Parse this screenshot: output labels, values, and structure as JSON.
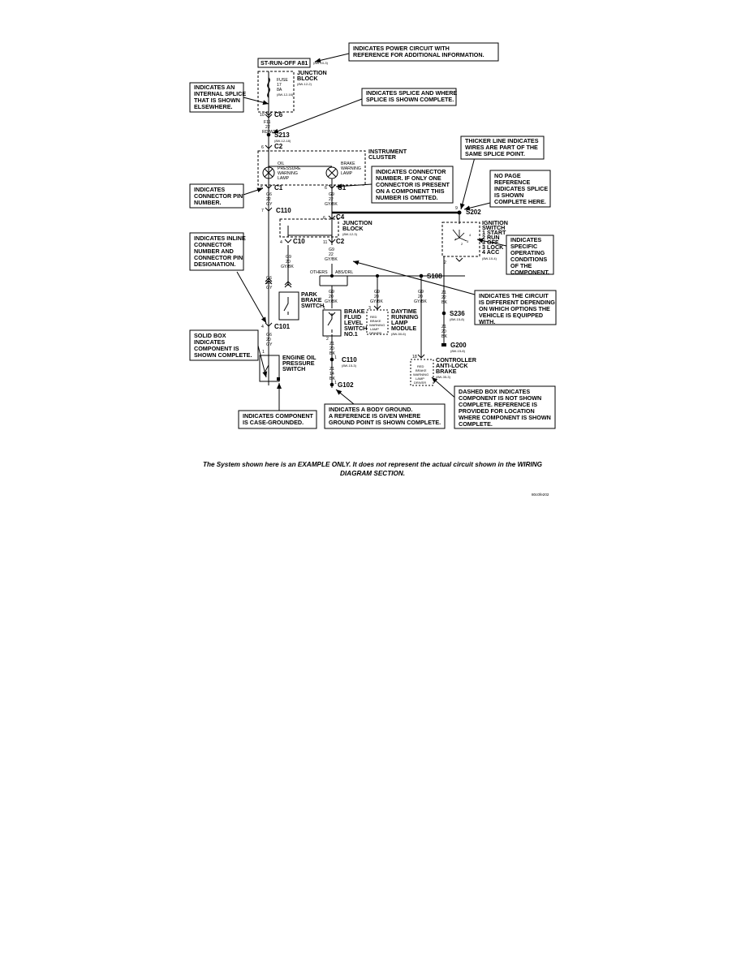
{
  "header": {
    "circuit": "ST-RUN-OFF A81",
    "circuit_ref": "(8W-10-3)"
  },
  "callouts": {
    "power": [
      "INDICATES POWER CIRCUIT WITH",
      "REFERENCE FOR ADDITIONAL INFORMATION."
    ],
    "internal_splice": [
      "INDICATES AN",
      "INTERNAL SPLICE",
      "THAT IS SHOWN",
      "ELSEWHERE."
    ],
    "splice_where": [
      "INDICATES SPLICE AND WHERE",
      "SPLICE IS SHOWN COMPLETE."
    ],
    "thicker_line": [
      "THICKER LINE INDICATES",
      "WIRES ARE PART OF THE",
      "SAME SPLICE POINT."
    ],
    "connector_number": [
      "INDICATES CONNECTOR",
      "NUMBER.  IF ONLY ONE",
      "CONNECTOR IS PRESENT",
      "ON A COMPONENT THIS",
      "NUMBER IS OMITTED."
    ],
    "no_page_ref": [
      "NO PAGE",
      "REFERENCE",
      "INDICATES SPLICE",
      "IS SHOWN",
      "COMPLETE HERE."
    ],
    "connector_pin": [
      "INDICATES",
      "CONNECTOR PIN",
      "NUMBER."
    ],
    "operating_conditions": [
      "INDICATES",
      "SPECIFIC",
      "OPERATING",
      "CONDITIONS",
      "OF THE",
      "COMPONENT."
    ],
    "inline_connector": [
      "INDICATES INLINE",
      "CONNECTOR",
      "NUMBER AND",
      "CONNECTOR PIN",
      "DESIGNATION."
    ],
    "circuit_options": [
      "INDICATES THE CIRCUIT",
      "IS DIFFERENT DEPENDING",
      "ON WHICH OPTIONS THE",
      "VEHICLE IS EQUIPPED",
      "WITH."
    ],
    "solid_box": [
      "SOLID BOX",
      "INDICATES",
      "COMPONENT IS",
      "SHOWN COMPLETE."
    ],
    "dashed_box": [
      "DASHED BOX INDICATES",
      "COMPONENT IS NOT SHOWN",
      "COMPLETE.  REFERENCE IS",
      "PROVIDED FOR LOCATION",
      "WHERE COMPONENT IS SHOWN",
      "COMPLETE."
    ],
    "case_grounded": [
      "INDICATES COMPONENT",
      "IS CASE-GROUNDED."
    ],
    "body_ground": [
      "INDICATES A BODY GROUND.",
      "A REFERENCE IS GIVEN WHERE",
      "GROUND POINT IS SHOWN COMPLETE."
    ]
  },
  "components": {
    "junction_block_top": [
      "JUNCTION",
      "BLOCK"
    ],
    "junction_block_top_ref": "(8W-12-2)",
    "fuse": [
      "FUSE",
      "17",
      "8A"
    ],
    "fuse_ref": "(8W-12-16)",
    "instrument_cluster": [
      "INSTRUMENT",
      "CLUSTER"
    ],
    "oil_lamp": [
      "OIL",
      "PRESSURE",
      "WARNING",
      "LAMP"
    ],
    "brake_lamp": [
      "BRAKE",
      "WARNING",
      "LAMP"
    ],
    "junction_block_mid": [
      "JUNCTION",
      "BLOCK"
    ],
    "junction_block_mid_ref": "(8W-12-3)",
    "ignition_switch": [
      "IGNITION",
      "SWITCH",
      "1 START",
      "2 RUN",
      "3 OFF",
      "3 LOCK",
      "4 ACC"
    ],
    "ignition_ref": "(8W-10-4)",
    "park_brake": [
      "PARK",
      "BRAKE",
      "SWITCH"
    ],
    "brake_fluid": [
      "BRAKE",
      "FLUID",
      "LEVEL",
      "SWITCH",
      "NO.1"
    ],
    "drl_module": [
      "DAYTIME",
      "RUNNING",
      "LAMP",
      "MODULE"
    ],
    "drl_ref": "(8W-50-6)",
    "drl_driver": [
      "RED",
      "BRAKE",
      "WARNING",
      "LAMP",
      "DRIVER"
    ],
    "abs_controller": [
      "CONTROLLER",
      "ANTI-LOCK",
      "BRAKE"
    ],
    "abs_ref": "(8W-35-3)",
    "abs_driver": [
      "RED",
      "BRAKE",
      "WARNING",
      "LAMP",
      "DRIVER"
    ],
    "engine_oil": [
      "ENGINE OIL",
      "PRESSURE",
      "SWITCH"
    ],
    "switch_positions": [
      "1",
      "2",
      "3",
      "4"
    ]
  },
  "connectors": {
    "c6": "C6",
    "c6_pin": "10",
    "s213": "S213",
    "s213_ref": "(8W-12-18)",
    "c2_top": "C2",
    "c2_top_pin": "6",
    "c1_left": "C1",
    "c1_left_pin": "5",
    "c1_right": "C1",
    "c1_right_pin": "6",
    "c110_top": "C110",
    "c110_top_pin": "7",
    "c4": "C4",
    "c4_pin": "6",
    "s202": "S202",
    "s202_pin": "9",
    "c10": "C10",
    "c10_pin": "4",
    "c2_mid": "C2",
    "c2_mid_pin": "11",
    "s108": "S108",
    "others": "OTHERS",
    "abs_drl": "ABS/DRL",
    "c101": "C101",
    "c101_pin": "4",
    "ign_pin": "2",
    "s236": "S236",
    "s236_ref": "(8W-15-8)",
    "g200": "G200",
    "g200_ref": "(8W-15-8)",
    "c110_bottom": "C110",
    "c110_bottom_ref": "(8W-15-3)",
    "g102": "G102",
    "pin_1a": "1",
    "pin_2": "2",
    "pin_3": "3",
    "pin_18": "18",
    "pin_1b": "1",
    "pin_1c": "1",
    "pin_1d": "1"
  },
  "wires": {
    "f11": [
      "F11",
      "22",
      "RD/WT"
    ],
    "g6_top": [
      "G6",
      "22",
      "GY"
    ],
    "g9_top": [
      "G9",
      "22",
      "GY/BK"
    ],
    "g9_c2": [
      "G9",
      "22",
      "GY/BK"
    ],
    "g9_park": [
      "G9",
      "20",
      "GY/BK"
    ],
    "g6_mid": [
      "G6",
      "20",
      "GY"
    ],
    "g6_bottom": [
      "G6",
      "20",
      "GY"
    ],
    "g9_brake": [
      "G9",
      "20",
      "GY/BK"
    ],
    "g9_drl": [
      "G9",
      "20",
      "GY/BK"
    ],
    "g9_abs": [
      "G9",
      "20",
      "GY/BK"
    ],
    "z1_ign": [
      "Z1",
      "22",
      "BK"
    ],
    "z1_s236": [
      "Z1",
      "20",
      "BK"
    ],
    "z1_brake": [
      "Z1",
      "20",
      "BK"
    ],
    "z1_c110": [
      "Z1",
      "14",
      "BK"
    ]
  },
  "footer": {
    "caption_line1": "The System shown here is an EXAMPLE ONLY. It does not represent the actual circuit shown in the WIRING",
    "caption_line2": "DIAGRAM SECTION.",
    "figure_id": "80c0fe202"
  }
}
